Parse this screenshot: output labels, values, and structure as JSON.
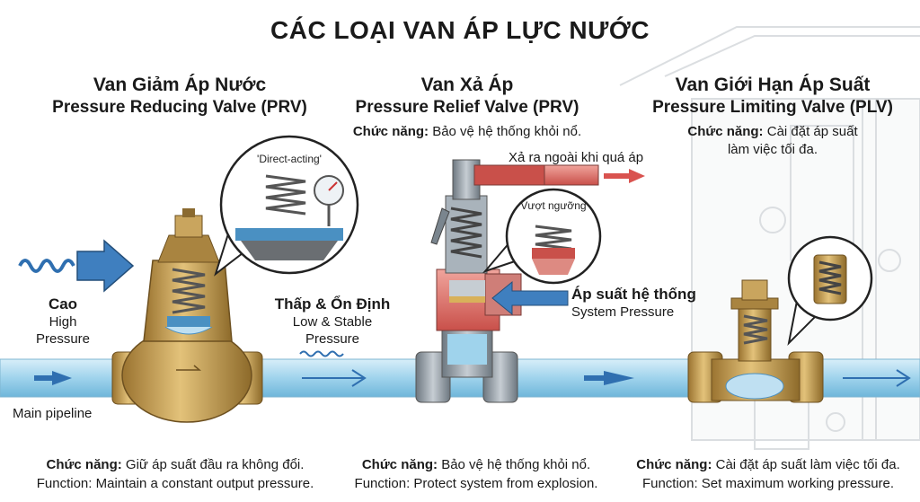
{
  "title": "CÁC LOẠI VAN ÁP LỰC NƯỚC",
  "colors": {
    "pipe_water": "#9fd3ec",
    "brass": "#c8a050",
    "arrow_blue": "#2f6fb0",
    "outlet_red": "#d9534f",
    "steel": "#8f9aa3"
  },
  "icons": [
    "wave-icon",
    "flow-arrow-icon",
    "pressure-gauge-icon",
    "spring-icon"
  ],
  "valves": [
    {
      "title_vi": "Van Giảm Áp Nước",
      "title_en": "Pressure Reducing Valve (PRV)",
      "bubble_label": "'Direct-acting'",
      "bottom_vi_label": "Chức năng:",
      "bottom_vi_text": "Giữ áp suất đầu ra không đổi.",
      "bottom_en": "Function: Maintain a constant output pressure."
    },
    {
      "title_vi": "Van Xả Áp",
      "title_en": "Pressure Relief Valve (PRV)",
      "top_func_label": "Chức năng:",
      "top_func_text": "Bảo vệ hệ thống khỏi nổ.",
      "outlet_label": "Xả ra ngoài khi quá áp",
      "bubble_label": "Vượt ngưỡng",
      "side_label_vi": "Áp suất hệ thống",
      "side_label_en": "System Pressure",
      "bottom_vi_label": "Chức năng:",
      "bottom_vi_text": "Bảo vệ hệ thống khỏi nổ.",
      "bottom_en": "Function: Protect system from explosion."
    },
    {
      "title_vi": "Van Giới Hạn Áp Suất",
      "title_en": "Pressure Limiting Valve (PLV)",
      "top_func_label": "Chức năng:",
      "top_func_line1": "Cài đặt áp suất",
      "top_func_line2": "làm việc tối đa.",
      "bottom_vi_label": "Chức năng:",
      "bottom_vi_text": "Cài đặt áp suất làm việc tối đa.",
      "bottom_en": "Function: Set maximum working pressure."
    }
  ],
  "labels": {
    "high_vi": "Cao",
    "high_en_1": "High",
    "high_en_2": "Pressure",
    "low_vi": "Thấp & Ổn Định",
    "low_en_1": "Low & Stable",
    "low_en_2": "Pressure",
    "main_pipeline": "Main pipeline"
  }
}
